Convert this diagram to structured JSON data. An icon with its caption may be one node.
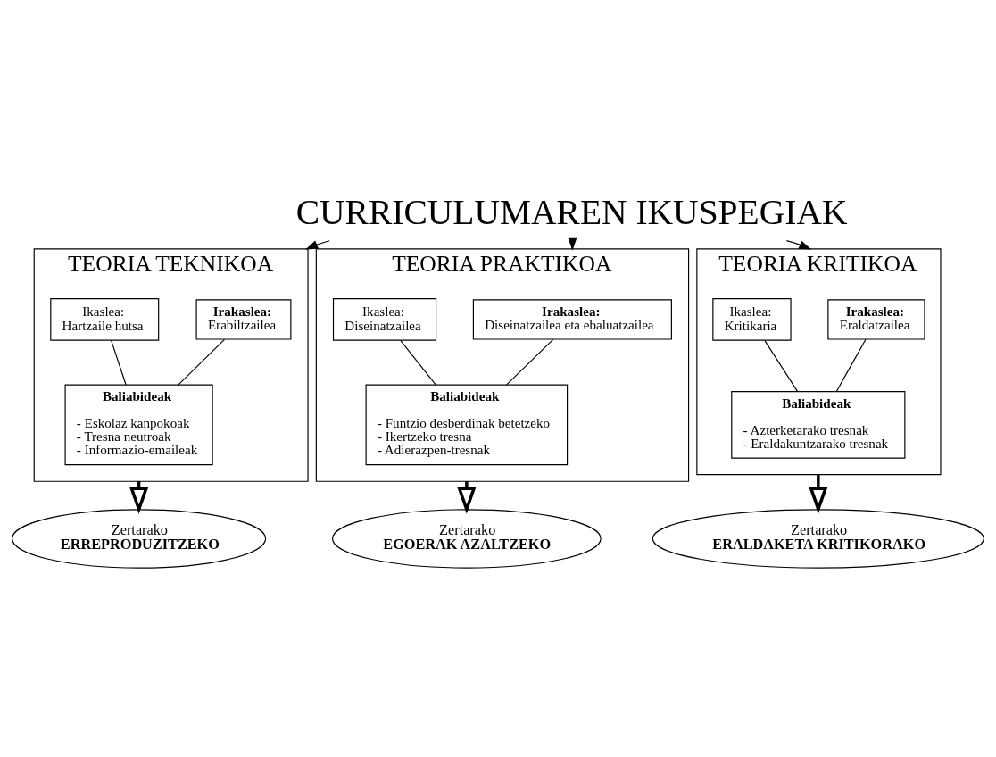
{
  "diagram": {
    "nodes": [
      {
        "text": [
          "CURRICULUMAREN IKUSPEGIAK"
        ]
      },
      {
        "text": [
          "TEORIA TEKNIKOA"
        ]
      },
      {
        "text": [
          "Irakaslea:",
          "Erabiltzailea"
        ],
        "in": 1
      },
      {
        "text": [
          "Ikaslea:",
          "Hartzaile hutsa"
        ],
        "in": 1
      },
      {
        "text": [
          "Baliabideak",
          "- Eskolaz kanpokoak",
          "- Tresna neutroak",
          "- Informazio-emaileak"
        ],
        "in": 1
      },
      {
        "text": [
          "TEORIA PRAKTIKOA"
        ]
      },
      {
        "text": [
          "Irakaslea:",
          "Diseinatzailea eta ebaluatzailea"
        ],
        "in": 5
      },
      {
        "text": [
          "Ikaslea:",
          "Diseinatzailea"
        ],
        "in": 5
      },
      {
        "text": [
          "Baliabideak",
          "- Funtzio desberdinak betetzeko",
          "- Ikertzeko tresna",
          "- Adierazpen-tresnak"
        ],
        "in": 5
      },
      {
        "text": [
          "TEORIA KRITIKOA"
        ]
      },
      {
        "text": [
          "Irakaslea:",
          "Eraldatzailea"
        ],
        "in": 9
      },
      {
        "text": [
          "Ikaslea:",
          "Kritikaria"
        ],
        "in": 9
      },
      {
        "text": [
          "Baliabideak",
          "- Azterketarako tresnak",
          "- Eraldakuntzarako tresnak"
        ],
        "in": 9
      },
      {
        "text": [
          "Zertarako",
          "ERREPRODUZITZEKO"
        ]
      },
      {
        "text": [
          "Zertarako",
          "EGOERAK AZALTZEKO"
        ]
      },
      {
        "text": [
          "Zertarako",
          "ERALDAKETA KRITIKORAKO"
        ]
      }
    ],
    "edges": [
      {
        "from": 0,
        "to": 1,
        "arrow": "to"
      },
      {
        "from": 0,
        "to": 5,
        "arrow": "to"
      },
      {
        "from": 0,
        "to": 9,
        "arrow": "to"
      },
      {
        "from": 2,
        "to": 4,
        "arrow": "none"
      },
      {
        "from": 3,
        "to": 4,
        "arrow": "none"
      },
      {
        "from": 6,
        "to": 8,
        "arrow": "none"
      },
      {
        "from": 7,
        "to": 8,
        "arrow": "none"
      },
      {
        "from": 10,
        "to": 12,
        "arrow": "none"
      },
      {
        "from": 11,
        "to": 12,
        "arrow": "none"
      },
      {
        "from": 1,
        "to": 13,
        "arrow": "to",
        "style": "thick"
      },
      {
        "from": 5,
        "to": 14,
        "arrow": "to",
        "style": "thick"
      },
      {
        "from": 9,
        "to": 15,
        "arrow": "to",
        "style": "thick"
      }
    ]
  }
}
